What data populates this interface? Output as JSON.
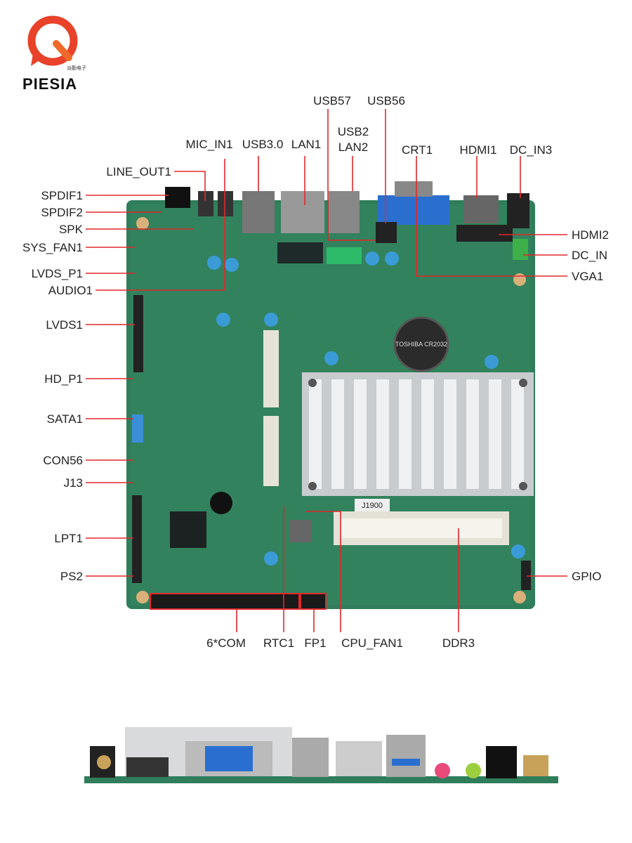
{
  "brand": {
    "name": "PIESIA",
    "subtitle": "派勤电子",
    "colors": {
      "primary": "#e8422a",
      "secondary": "#f39a1e"
    }
  },
  "board": {
    "model_chip": "J1900",
    "battery": "TOSHIBA CR2032",
    "colors": {
      "pcb": "#2f7d5a",
      "leader": "#e0282c",
      "heatsink": "#c9ccce"
    }
  },
  "labels": {
    "top": {
      "usb57": "USB57",
      "usb56": "USB56",
      "usb2": "USB2",
      "lan2": "LAN2",
      "mic_in1": "MIC_IN1",
      "usb30": "USB3.0",
      "lan1": "LAN1",
      "crt1": "CRT1",
      "hdmi1": "HDMI1",
      "dc_in3": "DC_IN3",
      "line_out1": "LINE_OUT1"
    },
    "left": {
      "spdif1": "SPDIF1",
      "spdif2": "SPDIF2",
      "spk": "SPK",
      "sys_fan1": "SYS_FAN1",
      "lvds_p1": "LVDS_P1",
      "audio1": "AUDIO1",
      "lvds1": "LVDS1",
      "hd_p1": "HD_P1",
      "sata1": "SATA1",
      "con56": "CON56",
      "j13": "J13",
      "lpt1": "LPT1",
      "ps2": "PS2"
    },
    "right": {
      "hdmi2": "HDMI2",
      "dc_in": "DC_IN",
      "vga1": "VGA1",
      "gpio": "GPIO"
    },
    "bottom": {
      "com": "6*COM",
      "rtc1": "RTC1",
      "fp1": "FP1",
      "cpu_fan1": "CPU_FAN1",
      "ddr3": "DDR3"
    }
  }
}
